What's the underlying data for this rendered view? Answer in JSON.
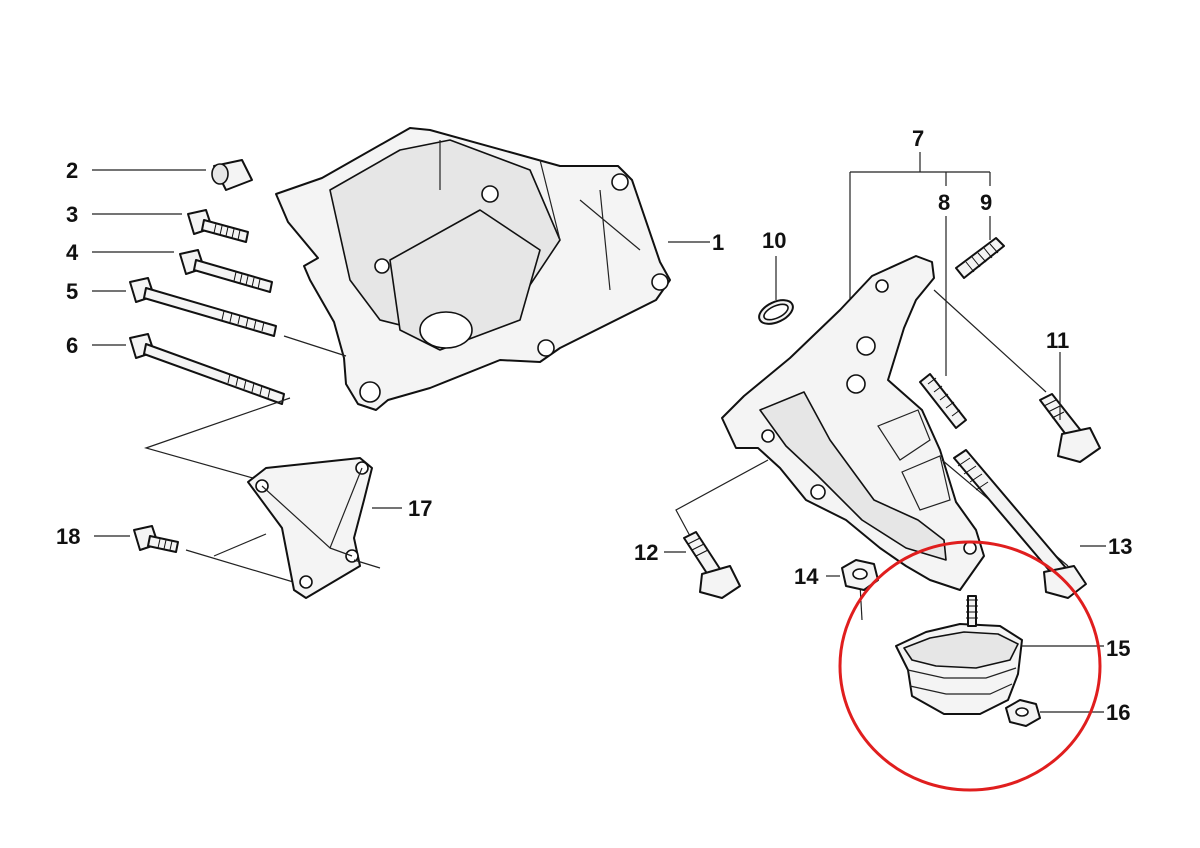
{
  "diagram": {
    "labels": {
      "p1": "1",
      "p2": "2",
      "p3": "3",
      "p4": "4",
      "p5": "5",
      "p6": "6",
      "p7": "7",
      "p8": "8",
      "p9": "9",
      "p10": "10",
      "p11": "11",
      "p12": "12",
      "p13": "13",
      "p14": "14",
      "p15": "15",
      "p16": "16",
      "p17": "17",
      "p18": "18"
    },
    "highlight_color": "#e01e1e"
  }
}
